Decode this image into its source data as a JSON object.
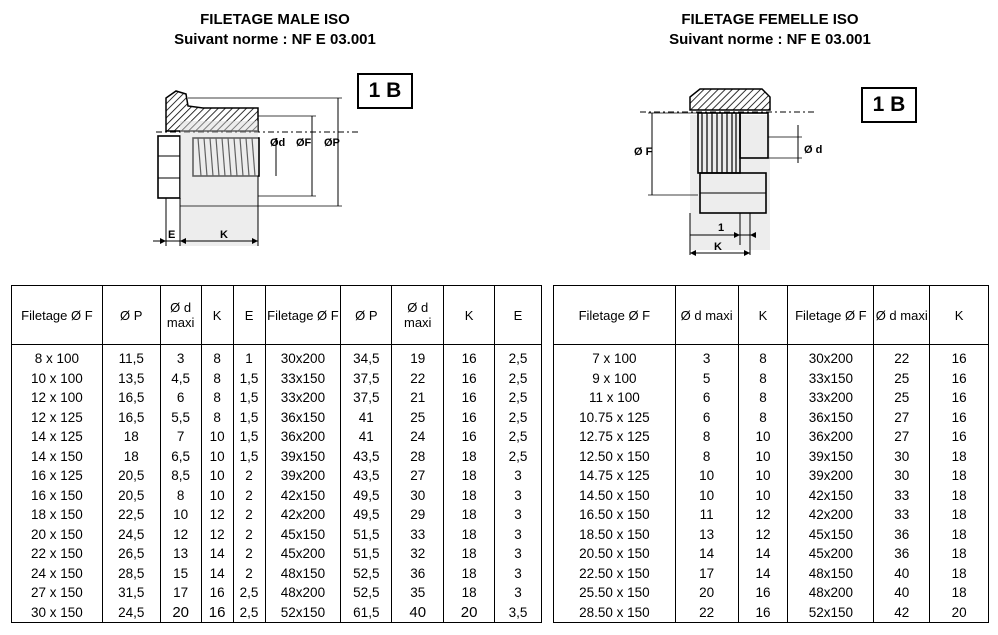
{
  "male": {
    "title": "FILETAGE MALE ISO",
    "subtitle": "Suivant norme : NF E 03.001",
    "badge": "1 B",
    "drawing_labels": {
      "d": "Ød",
      "f": "ØF",
      "p": "ØP",
      "e": "E",
      "k": "K"
    },
    "headers": [
      "Filetage Ø F",
      "Ø P",
      "Ø d maxi",
      "K",
      "E",
      "Filetage Ø F",
      "Ø P",
      "Ø d maxi",
      "K",
      "E"
    ],
    "rows": [
      [
        "8 x 100",
        "11,5",
        "3",
        "8",
        "1",
        "30x200",
        "34,5",
        "19",
        "16",
        "2,5"
      ],
      [
        "10 x 100",
        "13,5",
        "4,5",
        "8",
        "1,5",
        "33x150",
        "37,5",
        "22",
        "16",
        "2,5"
      ],
      [
        "12 x 100",
        "16,5",
        "6",
        "8",
        "1,5",
        "33x200",
        "37,5",
        "21",
        "16",
        "2,5"
      ],
      [
        "12 x 125",
        "16,5",
        "5,5",
        "8",
        "1,5",
        "36x150",
        "41",
        "25",
        "16",
        "2,5"
      ],
      [
        "14 x 125",
        "18",
        "7",
        "10",
        "1,5",
        "36x200",
        "41",
        "24",
        "16",
        "2,5"
      ],
      [
        "14 x 150",
        "18",
        "6,5",
        "10",
        "1,5",
        "39x150",
        "43,5",
        "28",
        "18",
        "2,5"
      ],
      [
        "16 x 125",
        "20,5",
        "8,5",
        "10",
        "2",
        "39x200",
        "43,5",
        "27",
        "18",
        "3"
      ],
      [
        "16 x 150",
        "20,5",
        "8",
        "10",
        "2",
        "42x150",
        "49,5",
        "30",
        "18",
        "3"
      ],
      [
        "18 x 150",
        "22,5",
        "10",
        "12",
        "2",
        "42x200",
        "49,5",
        "29",
        "18",
        "3"
      ],
      [
        "20 x 150",
        "24,5",
        "12",
        "12",
        "2",
        "45x150",
        "51,5",
        "33",
        "18",
        "3"
      ],
      [
        "22 x 150",
        "26,5",
        "13",
        "14",
        "2",
        "45x200",
        "51,5",
        "32",
        "18",
        "3"
      ],
      [
        "24 x 150",
        "28,5",
        "15",
        "14",
        "2",
        "48x150",
        "52,5",
        "36",
        "18",
        "3"
      ],
      [
        "27 x 150",
        "31,5",
        "17",
        "16",
        "2,5",
        "48x200",
        "52,5",
        "35",
        "18",
        "3"
      ],
      [
        "30 x 150",
        "24,5",
        "20",
        "16",
        "2,5",
        "52x150",
        "61,5",
        "40",
        "20",
        "3,5"
      ]
    ]
  },
  "femelle": {
    "title": "FILETAGE FEMELLE ISO",
    "subtitle": "Suivant norme : NF E 03.001",
    "badge": "1 B",
    "drawing_labels": {
      "f": "Ø F",
      "d": "Ø d",
      "one": "1",
      "k": "K"
    },
    "headers": [
      "Filetage Ø F",
      "Ø d maxi",
      "K",
      "Filetage Ø F",
      "Ø d maxi",
      "K"
    ],
    "rows": [
      [
        "7 x 100",
        "3",
        "8",
        "30x200",
        "22",
        "16"
      ],
      [
        "9 x 100",
        "5",
        "8",
        "33x150",
        "25",
        "16"
      ],
      [
        "11 x 100",
        "6",
        "8",
        "33x200",
        "25",
        "16"
      ],
      [
        "10.75 x 125",
        "6",
        "8",
        "36x150",
        "27",
        "16"
      ],
      [
        "12.75 x 125",
        "8",
        "10",
        "36x200",
        "27",
        "16"
      ],
      [
        "12.50 x 150",
        "8",
        "10",
        "39x150",
        "30",
        "18"
      ],
      [
        "14.75 x 125",
        "10",
        "10",
        "39x200",
        "30",
        "18"
      ],
      [
        "14.50 x 150",
        "10",
        "10",
        "42x150",
        "33",
        "18"
      ],
      [
        "16.50 x 150",
        "11",
        "12",
        "42x200",
        "33",
        "18"
      ],
      [
        "18.50 x 150",
        "13",
        "12",
        "45x150",
        "36",
        "18"
      ],
      [
        "20.50 x 150",
        "14",
        "14",
        "45x200",
        "36",
        "18"
      ],
      [
        "22.50 x 150",
        "17",
        "14",
        "48x150",
        "40",
        "18"
      ],
      [
        "25.50 x 150",
        "20",
        "16",
        "48x200",
        "40",
        "18"
      ],
      [
        "28.50 x 150",
        "22",
        "16",
        "52x150",
        "42",
        "20"
      ]
    ]
  }
}
